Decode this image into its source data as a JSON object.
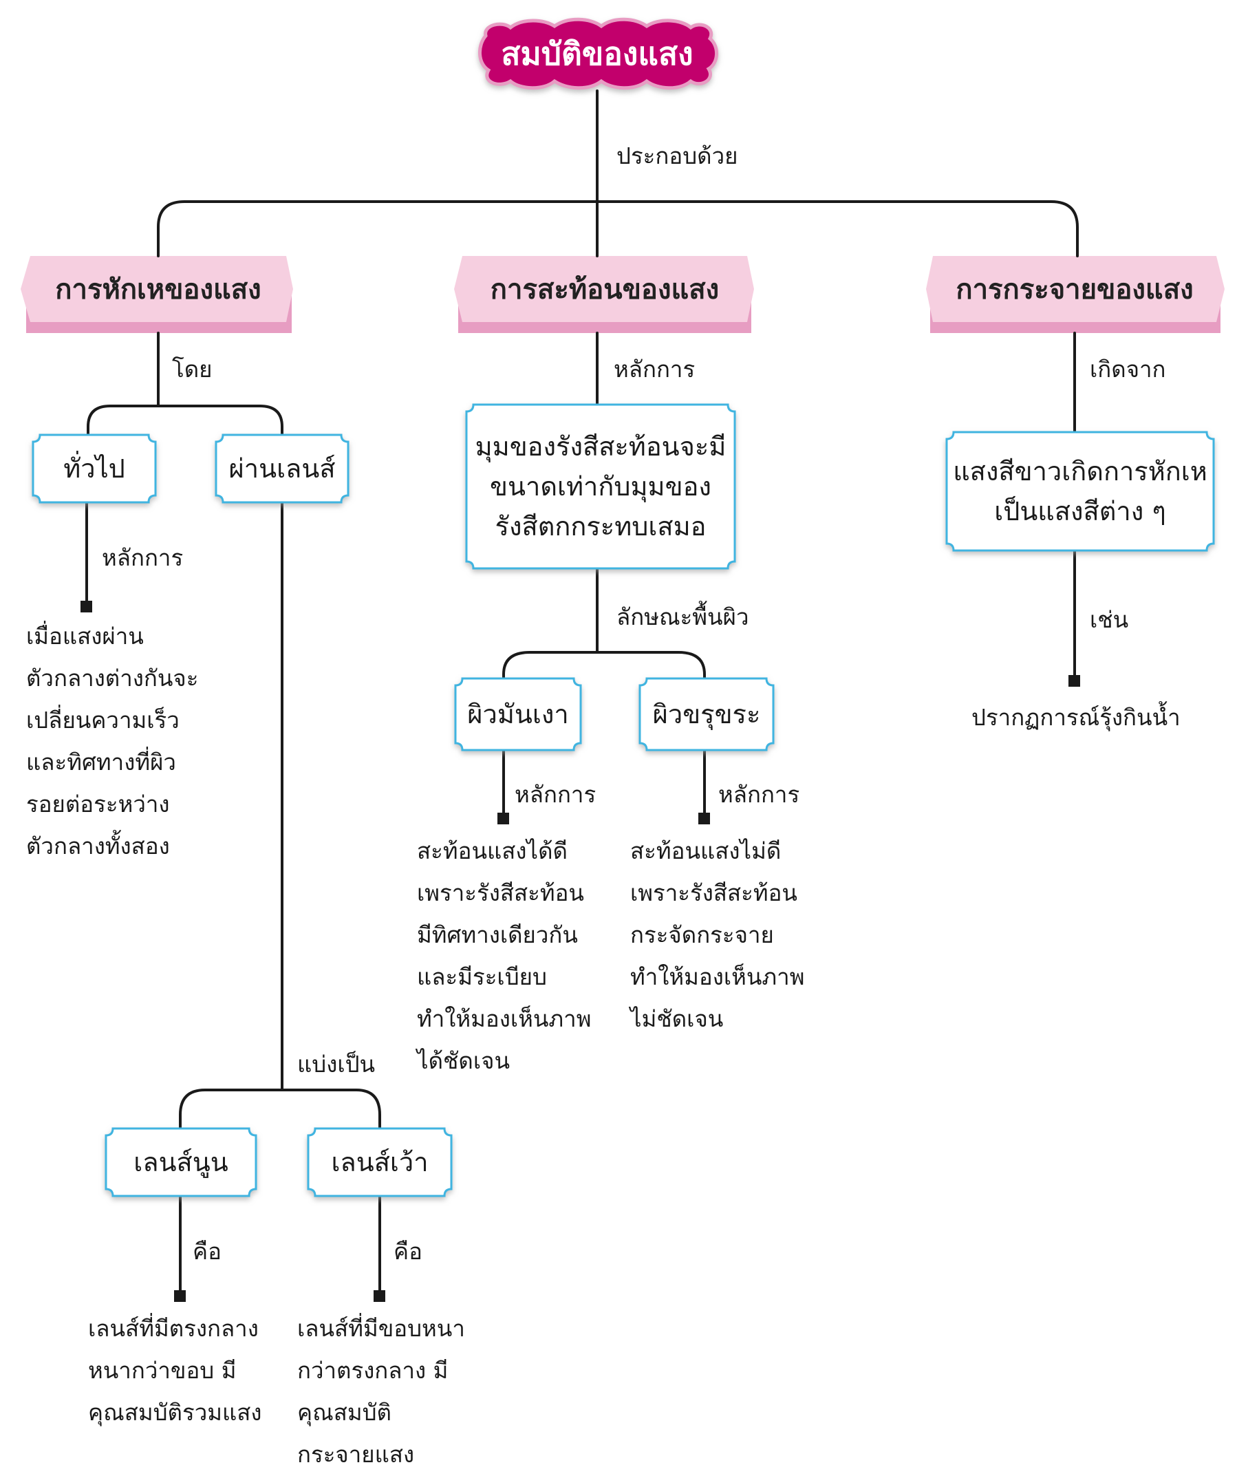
{
  "title": "สมบัติของแสง",
  "edge_main": "ประกอบด้วย",
  "branches": {
    "refraction": {
      "title": "การหักเหของแสง",
      "edge": "โดย",
      "general": {
        "label": "ทั่วไป",
        "edge": "หลักการ",
        "lines": [
          "เมื่อแสงผ่าน",
          "ตัวกลางต่างกันจะ",
          "เปลี่ยนความเร็ว",
          "และทิศทางที่ผิว",
          "รอยต่อระหว่าง",
          "ตัวกลางทั้งสอง"
        ]
      },
      "lens": {
        "label": "ผ่านเลนส์",
        "edge": "แบ่งเป็น",
        "convex": {
          "label": "เลนส์นูน",
          "edge": "คือ",
          "lines": [
            "เลนส์ที่มีตรงกลาง",
            "หนากว่าขอบ  มี",
            "คุณสมบัติรวมแสง"
          ]
        },
        "concave": {
          "label": "เลนส์เว้า",
          "edge": "คือ",
          "lines": [
            "เลนส์ที่มีขอบหนา",
            "กว่าตรงกลาง  มี",
            "คุณสมบัติ",
            "กระจายแสง"
          ]
        }
      }
    },
    "reflection": {
      "title": "การสะท้อนของแสง",
      "edge": "หลักการ",
      "box_lines": [
        "มุมของรังสีสะท้อนจะมี",
        "ขนาดเท่ากับมุมของ",
        "รังสีตกกระทบเสมอ"
      ],
      "edge2": "ลักษณะพื้นผิว",
      "smooth": {
        "label": "ผิวมันเงา",
        "edge": "หลักการ",
        "lines": [
          "สะท้อนแสงได้ดี",
          "เพราะรังสีสะท้อน",
          "มีทิศทางเดียวกัน",
          "และมีระเบียบ",
          "ทำให้มองเห็นภาพ",
          "ได้ชัดเจน"
        ]
      },
      "rough": {
        "label": "ผิวขรุขระ",
        "edge": "หลักการ",
        "lines": [
          "สะท้อนแสงไม่ดี",
          "เพราะรังสีสะท้อน",
          "กระจัดกระจาย",
          "ทำให้มองเห็นภาพ",
          "ไม่ชัดเจน"
        ]
      }
    },
    "dispersion": {
      "title": "การกระจายของแสง",
      "edge": "เกิดจาก",
      "box_lines": [
        "แสงสีขาวเกิดการหักเห",
        "เป็นแสงสีต่าง ๆ"
      ],
      "edge2": "เช่น",
      "example": "ปรากฏการณ์รุ้งกินน้ำ"
    }
  },
  "colors": {
    "title_fill": "#c2006c",
    "band_fill": "#f6cfe0",
    "band_shadow": "#e79dc2",
    "box_border": "#3fb4e0",
    "line": "#1a1a1a"
  }
}
